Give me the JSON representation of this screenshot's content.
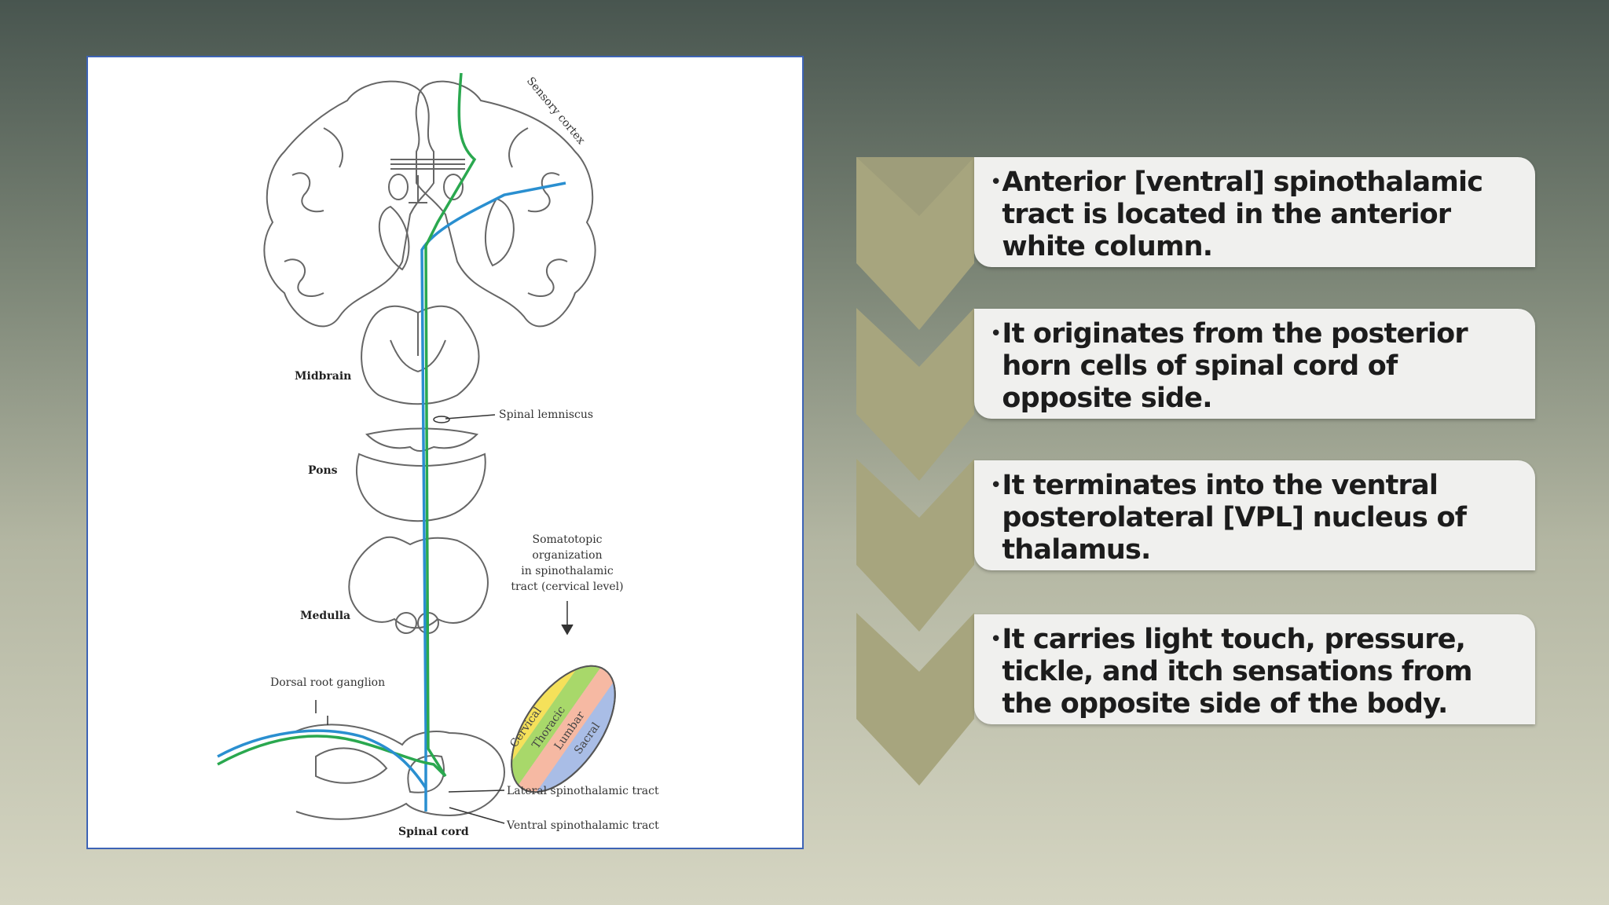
{
  "diagram": {
    "labels": {
      "sensory_cortex": "Sensory cortex",
      "midbrain": "Midbrain",
      "spinal_lemniscus": "Spinal lemniscus",
      "pons": "Pons",
      "medulla": "Medulla",
      "somatotopic_1": "Somatotopic",
      "somatotopic_2": "organization",
      "somatotopic_3": "in spinothalamic",
      "somatotopic_4": "tract (cervical level)",
      "dorsal_root_ganglion": "Dorsal root ganglion",
      "lateral_tract": "Lateral spinothalamic tract",
      "ventral_tract": "Ventral spinothalamic tract",
      "spinal_cord": "Spinal cord"
    },
    "zones": {
      "cervical": "Cervical",
      "thoracic": "Thoracic",
      "lumbar": "Lumbar",
      "sacral": "Sacral"
    },
    "colors": {
      "green_tract": "#2aa84f",
      "blue_tract": "#2a8fd0",
      "cervical": "#f5e15a",
      "thoracic": "#a8d86a",
      "lumbar": "#f6b9a3",
      "sacral": "#a9bde6"
    }
  },
  "bullets": [
    {
      "text": "Anterior [ventral] spinothalamic tract is located in the anterior white column."
    },
    {
      "text": "It originates from the posterior horn cells of spinal cord of opposite side."
    },
    {
      "text": "It terminates into the ventral posterolateral [VPL] nucleus of thalamus."
    },
    {
      "text": "It carries light touch, pressure, tickle, and itch sensations from the opposite side of the body."
    }
  ],
  "colors": {
    "chevron": "#a7a57e",
    "callout_bg": "#f0f0ee",
    "panel_border": "#3d63b5"
  }
}
